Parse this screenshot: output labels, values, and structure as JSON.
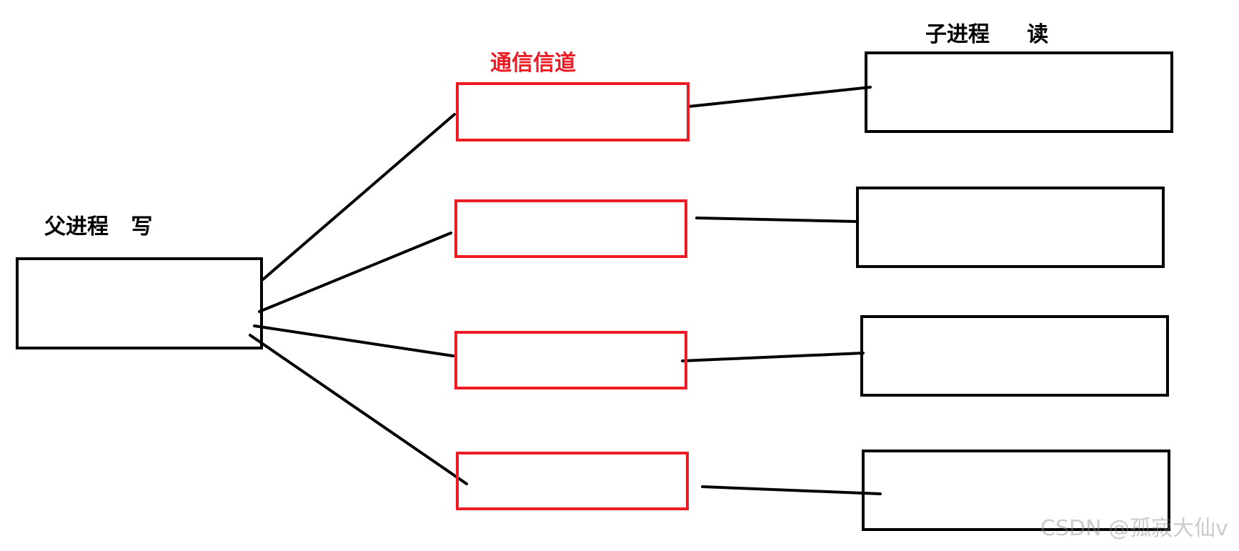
{
  "labels": {
    "parent": "父进程   写",
    "channel": "通信信道",
    "child": "子进程     读"
  },
  "watermark": "CSDN @孤寂大仙v",
  "colors": {
    "channel_border": "#ed1c24",
    "process_border": "#000000",
    "line": "#000000"
  }
}
